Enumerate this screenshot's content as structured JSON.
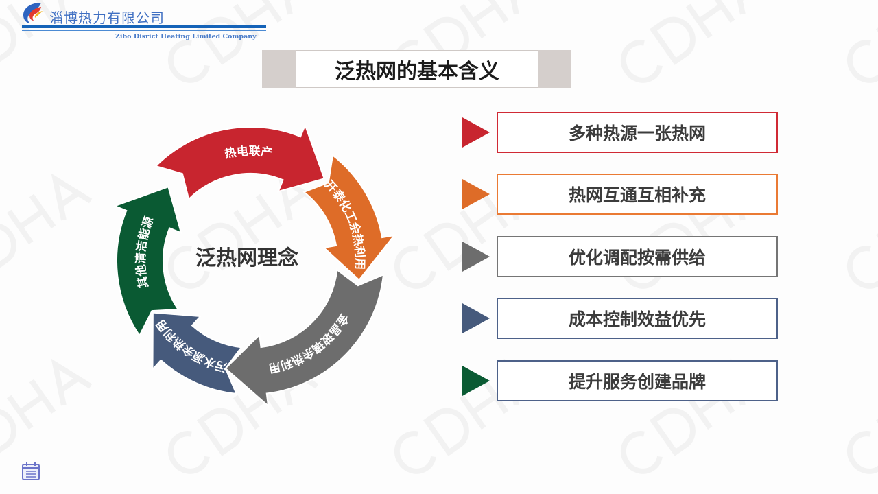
{
  "watermark": "CDHA",
  "logo": {
    "name": "淄博热力有限公司",
    "english": "Zibo Disrict Heating Limited Company"
  },
  "title": "泛热网的基本含义",
  "cycle": {
    "center": "泛热网理念",
    "segments": [
      {
        "label": "热电联产",
        "color": "#c8252f"
      },
      {
        "label": "开泰化工余热利用",
        "color": "#de6c28"
      },
      {
        "label": "金晶玻璃余热利用",
        "color": "#6d6d6d"
      },
      {
        "label": "污水源余热利用",
        "color": "#465a7c"
      },
      {
        "label": "其他清洁能源",
        "color": "#0a5a33"
      }
    ]
  },
  "points": [
    {
      "text": "多种热源一张热网",
      "color": "#c8252f",
      "border": "#d02a35"
    },
    {
      "text": "热网互通互相补充",
      "color": "#de6c28",
      "border": "#ea7a34"
    },
    {
      "text": "优化调配按需供给",
      "color": "#6d6d6d",
      "border": "#757575"
    },
    {
      "text": "成本控制效益优先",
      "color": "#465a7c",
      "border": "#4d6189"
    },
    {
      "text": "提升服务创建品牌",
      "color": "#0a5a33",
      "border": "#4d6189"
    }
  ]
}
